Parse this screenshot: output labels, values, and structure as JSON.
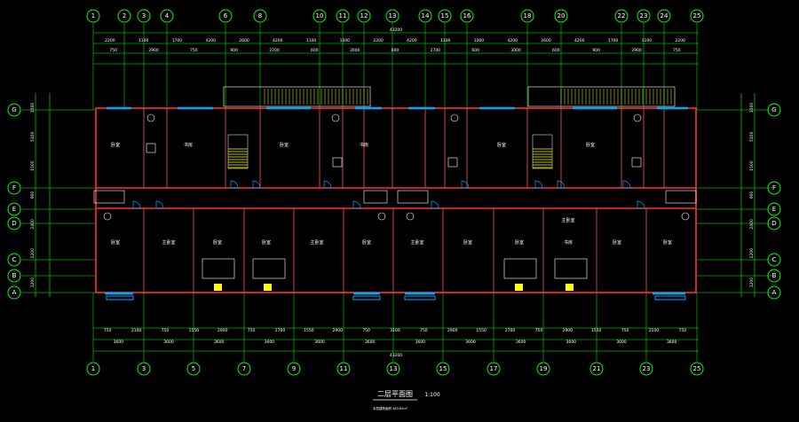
{
  "drawing": {
    "title": "二层平面图",
    "scale": "1:100",
    "note": "本层建筑面积 483.83m²"
  },
  "axes": {
    "top_labels": [
      "1",
      "2",
      "3",
      "4",
      "6",
      "8",
      "10",
      "11",
      "12",
      "13",
      "14",
      "15",
      "16",
      "18",
      "20",
      "22",
      "23",
      "24",
      "25"
    ],
    "bottom_labels": [
      "1",
      "3",
      "5",
      "7",
      "9",
      "11",
      "13",
      "15",
      "17",
      "19",
      "21",
      "23",
      "25"
    ],
    "row_labels": [
      "G",
      "F",
      "E",
      "D",
      "C",
      "B",
      "A"
    ]
  },
  "dimensions": {
    "top_overall": "43200",
    "bottom_overall": "43200",
    "top_row1": [
      "2200",
      "1100",
      "1700",
      "4200",
      "2600",
      "4200",
      "1100",
      "1000",
      "2200",
      "4200",
      "1100",
      "1000",
      "4200",
      "2600",
      "4200",
      "1700",
      "1100",
      "2200"
    ],
    "top_row2": [
      "750",
      "2900",
      "750",
      "900",
      "2700",
      "600",
      "3000",
      "600",
      "2700",
      "600",
      "3000",
      "600",
      "900",
      "2900",
      "750"
    ],
    "bottom_row1": [
      "750",
      "2100",
      "750",
      "1550",
      "2900",
      "750",
      "2700",
      "1550",
      "2900",
      "750",
      "3100",
      "750",
      "2900",
      "1550",
      "2700",
      "750",
      "2900",
      "1550",
      "750",
      "2100",
      "750"
    ],
    "bottom_row2": [
      "3600",
      "3600",
      "3600",
      "3600",
      "3600",
      "3600",
      "3600",
      "3600",
      "3600",
      "3600",
      "3600",
      "3600"
    ],
    "left_dims": [
      "1500",
      "5100",
      "1500",
      "900",
      "2400",
      "1200",
      "1200"
    ],
    "right_dims": [
      "1500",
      "5100",
      "1500",
      "900",
      "2400",
      "1200",
      "1200"
    ]
  },
  "rooms": [
    "卧室",
    "卧室",
    "卧室",
    "卧室",
    "书房",
    "书房",
    "卧室",
    "主卧室",
    "卧室",
    "卧室",
    "主卧室",
    "卧室",
    "主卧室",
    "卧室",
    "卧室",
    "书房",
    "卧室",
    "卧室",
    "主卧室"
  ],
  "colors": {
    "background": "#000000",
    "grid": "#00ff00",
    "walls": "#ff3030",
    "windows": "#00a8ff",
    "stairs": "#ffff00",
    "text": "#ffffff"
  }
}
